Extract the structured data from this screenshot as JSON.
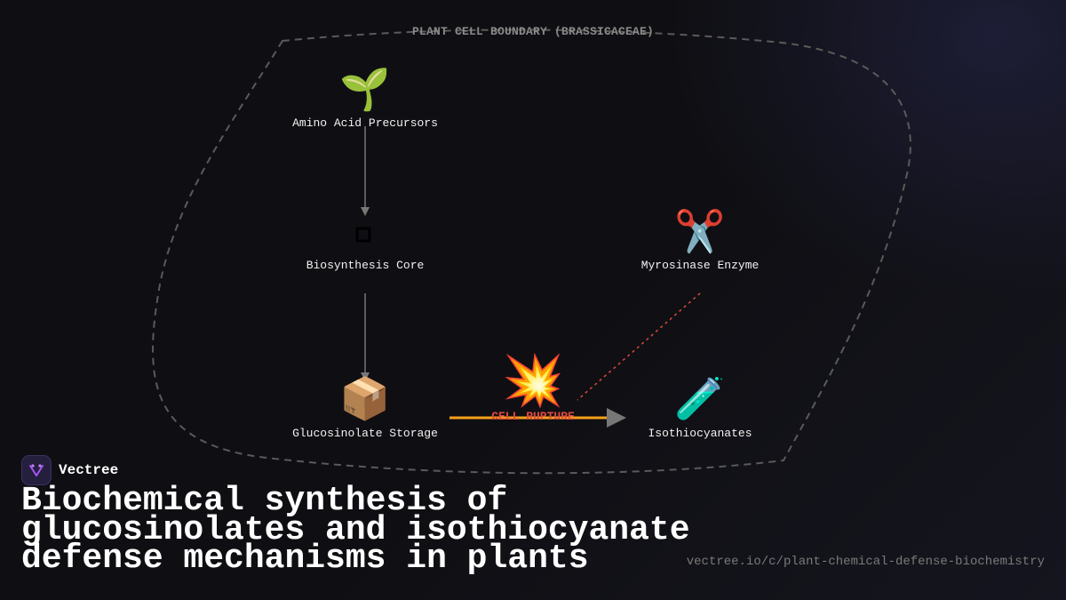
{
  "boundary": {
    "label": "PLANT CELL BOUNDARY (BRASSICACEAE)"
  },
  "nodes": {
    "precursors": {
      "label": "Amino Acid Precursors",
      "icon": "🌱",
      "icon_name": "seedling-icon"
    },
    "biosynthesis": {
      "label": "Biosynthesis Core",
      "icon_name": "square-core-icon"
    },
    "storage": {
      "label": "Glucosinolate Storage",
      "icon": "📦",
      "icon_name": "package-icon"
    },
    "enzyme": {
      "label": "Myrosinase Enzyme",
      "icon": "✂️",
      "icon_name": "scissors-icon"
    },
    "product": {
      "label": "Isothiocyanates",
      "icon": "🧪",
      "icon_name": "test-tube-icon"
    }
  },
  "rupture": {
    "label": "CELL RUPTURE",
    "icon": "💥",
    "icon_name": "explosion-icon"
  },
  "colors": {
    "background": "#0f0f13",
    "boundary": "#5a5a5a",
    "arrow": "#777777",
    "rupture_line": "#f5a01a",
    "enzyme_link": "#e2483d",
    "rupture_text": "#e2483d",
    "brand_accent": "#a855f7"
  },
  "brand": {
    "name": "Vectree",
    "icon_name": "vectree-logo-icon"
  },
  "footer": {
    "title": "Biochemical synthesis of glucosinolates and isothiocyanate defense mechanisms in plants",
    "url": "vectree.io/c/plant-chemical-defense-biochemistry"
  }
}
